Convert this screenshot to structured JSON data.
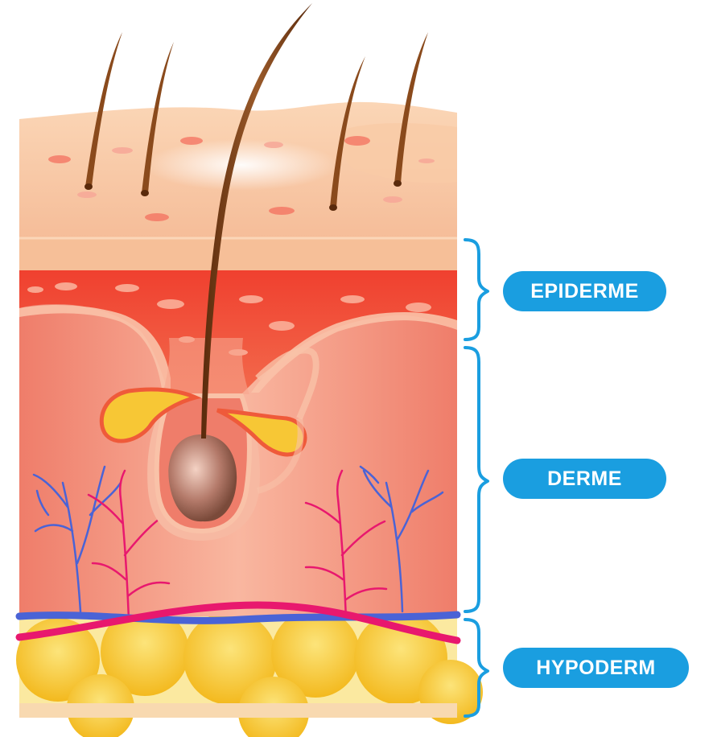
{
  "layers": [
    {
      "id": "epiderme",
      "label": "EPIDERME"
    },
    {
      "id": "derme",
      "label": "DERME"
    },
    {
      "id": "hypoderm",
      "label": "HYPODERM"
    }
  ],
  "colors": {
    "label_bg": "#1a9ee0",
    "label_text": "#ffffff",
    "bracket": "#1a9ee0",
    "skin_surface": "#f8c9a4",
    "dermis_band": "#ef4b3a",
    "dermis": "#f6a088",
    "fat": "#f7c735",
    "artery": "#e8186e",
    "vein": "#4a63d6",
    "hair": "#7a3a14"
  }
}
